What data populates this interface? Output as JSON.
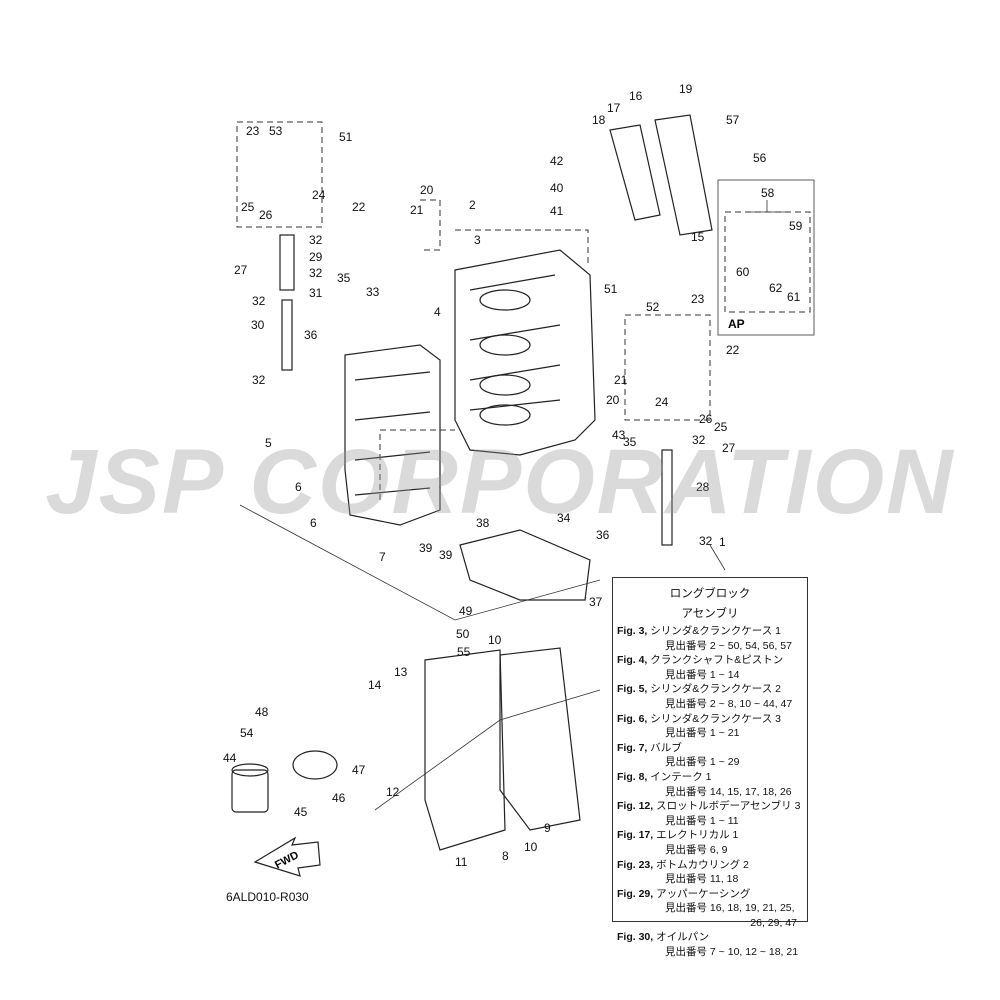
{
  "watermark": "JSP CORPORATION",
  "diagram_code": "6ALD010-R030",
  "fwd_label": "FWD",
  "ap_label": "AP",
  "callouts": [
    "23",
    "53",
    "51",
    "25",
    "26",
    "24",
    "22",
    "32",
    "29",
    "32",
    "27",
    "35",
    "33",
    "32",
    "31",
    "30",
    "36",
    "32",
    "20",
    "21",
    "2",
    "3",
    "42",
    "40",
    "41",
    "16",
    "17",
    "18",
    "19",
    "57",
    "56",
    "15",
    "58",
    "59",
    "60",
    "62",
    "61",
    "51",
    "52",
    "23",
    "22",
    "21",
    "20",
    "24",
    "26",
    "25",
    "27",
    "43",
    "4",
    "5",
    "6",
    "6",
    "7",
    "39",
    "39",
    "38",
    "32",
    "28",
    "35",
    "34",
    "36",
    "32",
    "1",
    "37",
    "49",
    "50",
    "55",
    "10",
    "13",
    "14",
    "48",
    "54",
    "44",
    "47",
    "46",
    "45",
    "12",
    "9",
    "11",
    "8",
    "10"
  ],
  "legend": {
    "title_line1": "ロングブロック",
    "title_line2": "アセンブリ",
    "entries": [
      {
        "fig": "Fig. 3,",
        "name": "シリンダ&クランクケース 1",
        "nums": "見出番号 2 ~ 50, 54, 56, 57"
      },
      {
        "fig": "Fig. 4,",
        "name": "クランクシャフト&ピストン",
        "nums": "見出番号 1 ~ 14"
      },
      {
        "fig": "Fig. 5,",
        "name": "シリンダ&クランクケース 2",
        "nums": "見出番号 2 ~ 8, 10 ~ 44, 47"
      },
      {
        "fig": "Fig. 6,",
        "name": "シリンダ&クランクケース 3",
        "nums": "見出番号 1 ~ 21"
      },
      {
        "fig": "Fig. 7,",
        "name": "バルブ",
        "nums": "見出番号 1 ~ 29"
      },
      {
        "fig": "Fig. 8,",
        "name": "インテーク 1",
        "nums": "見出番号 14, 15, 17, 18, 26"
      },
      {
        "fig": "Fig. 12,",
        "name": "スロットルボデーアセンブリ 3",
        "nums": "見出番号 1 ~ 11"
      },
      {
        "fig": "Fig. 17,",
        "name": "エレクトリカル 1",
        "nums": "見出番号 6, 9"
      },
      {
        "fig": "Fig. 23,",
        "name": "ボトムカウリング 2",
        "nums": "見出番号 11, 18"
      },
      {
        "fig": "Fig. 29,",
        "name": "アッパーケーシング",
        "nums": "見出番号 16, 18, 19, 21, 25,",
        "nums_cont": "26, 29, 47"
      },
      {
        "fig": "Fig. 30,",
        "name": "オイルパン",
        "nums": "見出番号 7 ~ 10, 12 ~ 18, 21"
      }
    ]
  }
}
